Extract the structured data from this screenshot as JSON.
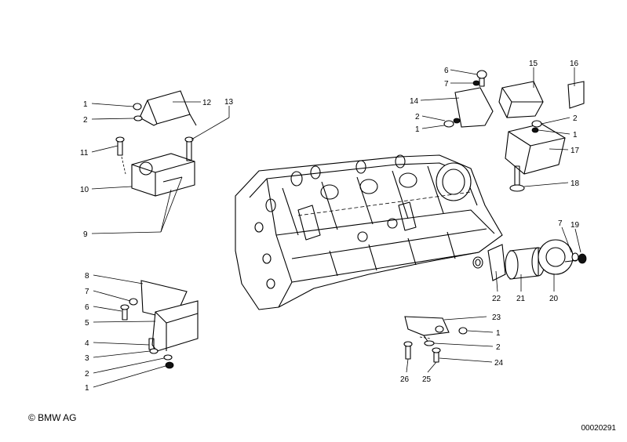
{
  "labels": {
    "l1a": "1",
    "l2a": "2",
    "l12": "12",
    "l13": "13",
    "l11": "11",
    "l10": "10",
    "l9": "9",
    "l6a": "6",
    "l7a": "7",
    "l14": "14",
    "l2b": "2",
    "l1b": "1",
    "l15": "15",
    "l16": "16",
    "l2c": "2",
    "l1c": "1",
    "l17": "17",
    "l18": "18",
    "l8": "8",
    "l7b": "7",
    "l6b": "6",
    "l5": "5",
    "l4": "4",
    "l3": "3",
    "l2d": "2",
    "l1d": "1",
    "l7c": "7",
    "l19": "19",
    "l22": "22",
    "l21": "21",
    "l20": "20",
    "l23": "23",
    "l1e": "1",
    "l2e": "2",
    "l24": "24",
    "l26": "26",
    "l25": "25"
  },
  "footer": {
    "copyright": "© BMW AG",
    "diagram_id": "00020291"
  }
}
